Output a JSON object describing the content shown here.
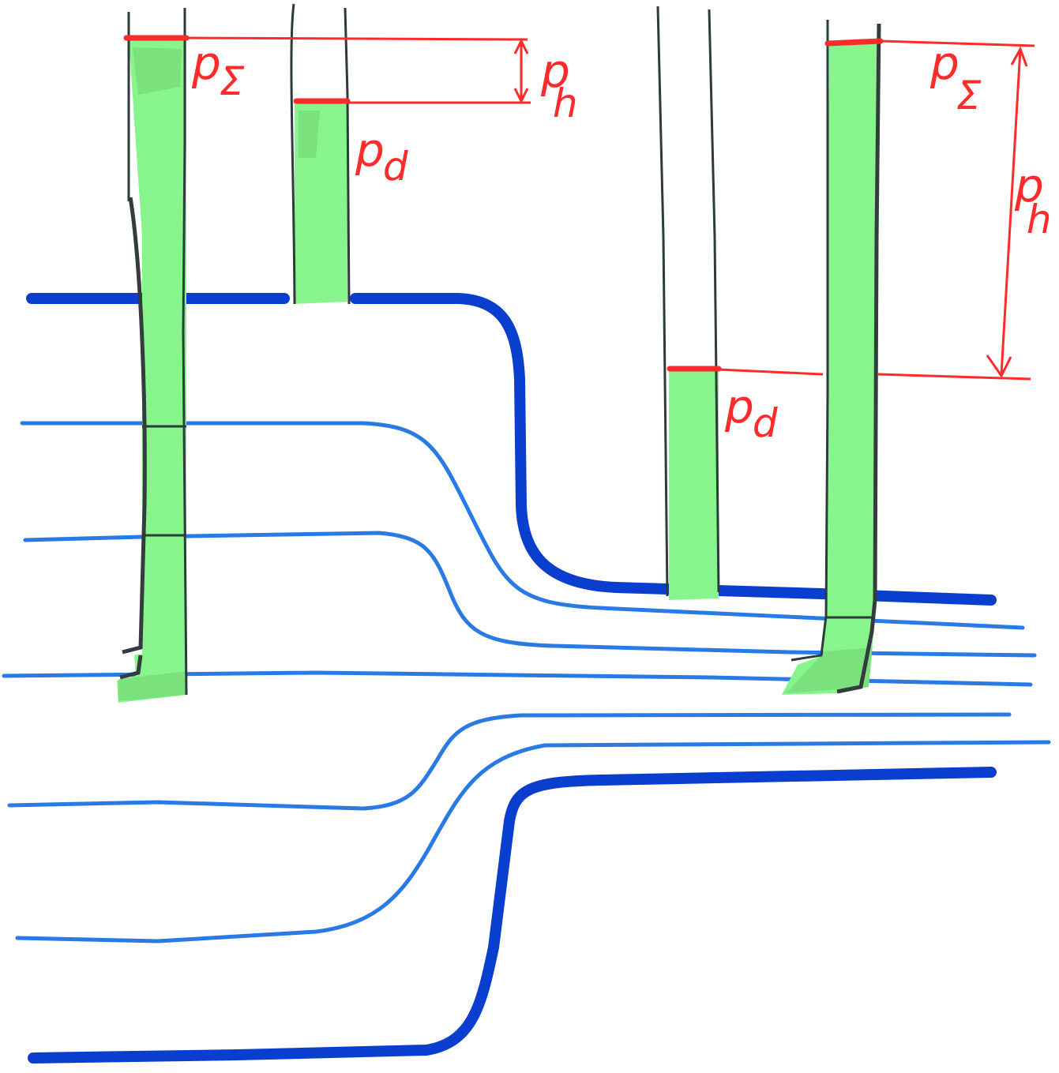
{
  "labels": {
    "p_sigma_left": {
      "main": "p",
      "sub": "Σ"
    },
    "p_h_left": {
      "main": "p",
      "sub": "h"
    },
    "p_d_left": {
      "main": "p",
      "sub": "d"
    },
    "p_sigma_right": {
      "main": "p",
      "sub": "Σ"
    },
    "p_h_right": {
      "main": "p",
      "sub": "h"
    },
    "p_d_right": {
      "main": "p",
      "sub": "d"
    }
  },
  "colors": {
    "fluid": "#87f58b",
    "streamline_thick": "#0a3ecf",
    "streamline_thin": "#2a7ae6",
    "annotation": "#ff2a2a",
    "tube_wall": "#2c3b3b"
  }
}
